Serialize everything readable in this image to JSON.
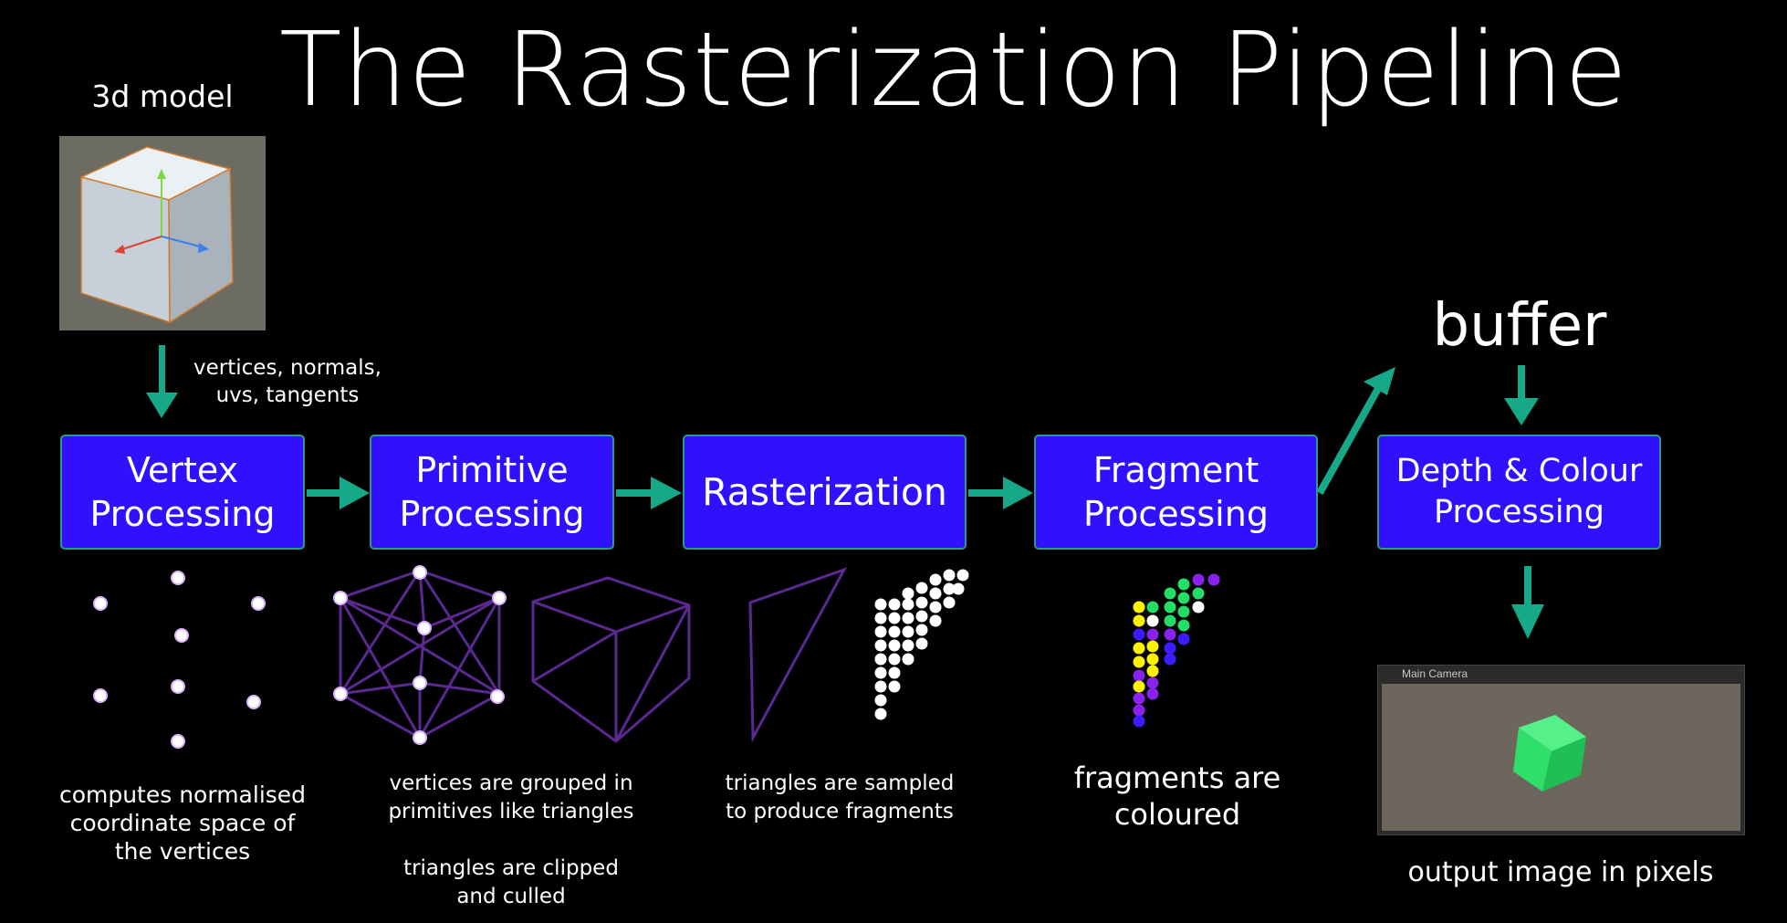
{
  "title": "The Rasterization Pipeline",
  "model_label": "3d model",
  "model_outputs": "vertices, normals,\nuvs, tangents",
  "buffer_label": "buffer",
  "stages": [
    {
      "id": "vertex",
      "line1": "Vertex",
      "line2": "Processing",
      "caption": "computes normalised\ncoordinate space of\nthe vertices"
    },
    {
      "id": "primitive",
      "line1": "Primitive",
      "line2": "Processing",
      "caption": "vertices are grouped in\nprimitives like triangles\n\ntriangles are clipped\nand culled"
    },
    {
      "id": "rasterization",
      "line1": "Rasterization",
      "line2": "",
      "caption": "triangles are sampled\nto produce fragments"
    },
    {
      "id": "fragment",
      "line1": "Fragment",
      "line2": "Processing",
      "caption": "fragments are\ncoloured"
    },
    {
      "id": "depth-colour",
      "line1": "Depth & Colour",
      "line2": "Processing",
      "caption": "output image in pixels"
    }
  ],
  "camera": {
    "title": "Main Camera"
  },
  "colors": {
    "stage_fill": "#3010ff",
    "stage_border": "#2b9a8a",
    "arrow": "#17a88a",
    "wire": "#5a2890",
    "fragment_yellow": "#fff200",
    "fragment_green": "#22dd66",
    "fragment_purple": "#8a22ee",
    "fragment_blue": "#3a1cff",
    "cube_green": "#2ee06a"
  }
}
